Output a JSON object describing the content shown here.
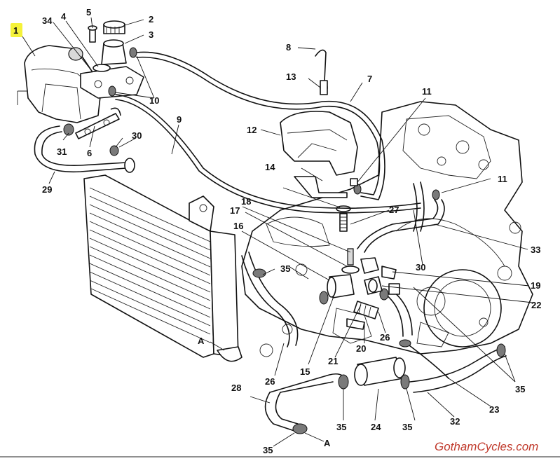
{
  "watermark": "GothamCycles.com",
  "highlight_color": "#f5f23a",
  "watermark_color": "#c0392b",
  "callouts": {
    "c1": "1",
    "c2": "2",
    "c3": "3",
    "c4": "4",
    "c5": "5",
    "c6": "6",
    "c7": "7",
    "c8": "8",
    "c9": "9",
    "c10": "10",
    "c11a": "11",
    "c11b": "11",
    "c12": "12",
    "c13": "13",
    "c14": "14",
    "c15": "15",
    "c16": "16",
    "c17": "17",
    "c18": "18",
    "c19": "19",
    "c20": "20",
    "c21": "21",
    "c22": "22",
    "c23": "23",
    "c24": "24",
    "c26a": "26",
    "c26b": "26",
    "c27": "27",
    "c28": "28",
    "c29": "29",
    "c30a": "30",
    "c30b": "30",
    "c31": "31",
    "c32": "32",
    "c33": "33",
    "c34": "34",
    "c35a": "35",
    "c35b": "35",
    "c35c": "35",
    "c35d": "35",
    "c35e": "35",
    "cAa": "A",
    "cAb": "A"
  }
}
